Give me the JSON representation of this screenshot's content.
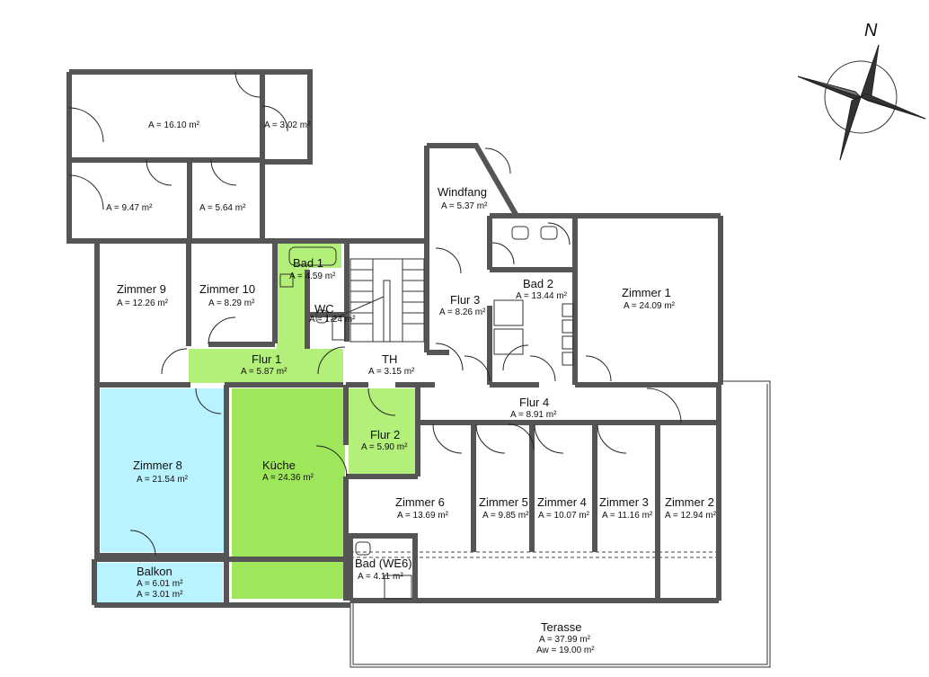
{
  "colors": {
    "green": "#b3f07a",
    "green_strong": "#9ee75a",
    "cyan": "#b8f3ff",
    "wall": "#9a9a9a"
  },
  "compass": {
    "label": "N",
    "icon": "compass-rose-icon"
  },
  "rooms": {
    "top_large": {
      "area": "A = 16.10 m²"
    },
    "top_small": {
      "area": "A = 3.02 m²"
    },
    "mid_left": {
      "area": "A = 9.47 m²"
    },
    "mid_right": {
      "area": "A = 5.64 m²"
    },
    "windfang": {
      "name": "Windfang",
      "area": "A = 5.37 m²"
    },
    "bad1": {
      "name": "Bad 1",
      "area": "A = 4.59 m²"
    },
    "wc": {
      "name": "WC",
      "area": "A = 1.24 m²"
    },
    "zimmer9": {
      "name": "Zimmer 9",
      "area": "A = 12.26 m²"
    },
    "zimmer10": {
      "name": "Zimmer 10",
      "area": "A = 8.29 m²"
    },
    "flur3": {
      "name": "Flur 3",
      "area": "A = 8.26 m²"
    },
    "bad2": {
      "name": "Bad 2",
      "area": "A = 13.44 m²"
    },
    "zimmer1": {
      "name": "Zimmer 1",
      "area": "A = 24.09 m²"
    },
    "flur1": {
      "name": "Flur 1",
      "area": "A = 5.87 m²"
    },
    "th": {
      "name": "TH",
      "area": "A = 3.15 m²"
    },
    "flur4": {
      "name": "Flur 4",
      "area": "A = 8.91 m²"
    },
    "flur2": {
      "name": "Flur 2",
      "area": "A = 5.90 m²"
    },
    "zimmer8": {
      "name": "Zimmer 8",
      "area": "A = 21.54 m²"
    },
    "kueche": {
      "name": "Küche",
      "area": "A = 24.36 m²"
    },
    "zimmer6": {
      "name": "Zimmer 6",
      "area": "A = 13.69 m²"
    },
    "zimmer5": {
      "name": "Zimmer 5",
      "area": "A = 9.85 m²"
    },
    "zimmer4": {
      "name": "Zimmer 4",
      "area": "A = 10.07 m²"
    },
    "zimmer3": {
      "name": "Zimmer 3",
      "area": "A = 11.16 m²"
    },
    "zimmer2": {
      "name": "Zimmer 2",
      "area": "A = 12.94 m²"
    },
    "bad_we6": {
      "name": "Bad (WE6)",
      "area": "A = 4.11 m²"
    },
    "balkon": {
      "name": "Balkon",
      "area": "A = 6.01 m²",
      "area2": "A = 3.01 m²"
    },
    "terasse": {
      "name": "Terasse",
      "area": "A = 37.99 m²",
      "area2": "Aw = 19.00 m²"
    }
  }
}
